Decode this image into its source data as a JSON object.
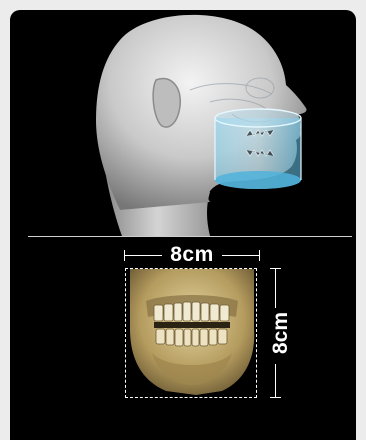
{
  "colors": {
    "card_background": "#000000",
    "page_background": "#ececec",
    "cylinder_fill": "#6ec8e8",
    "bone": "#c9b57a"
  },
  "icons": {
    "head": "head-illustration",
    "cylinder": "scan-cylinder-icon",
    "skull": "skull-scan-image"
  },
  "dimensions": {
    "width_label": "8cm",
    "height_label": "8cm"
  }
}
